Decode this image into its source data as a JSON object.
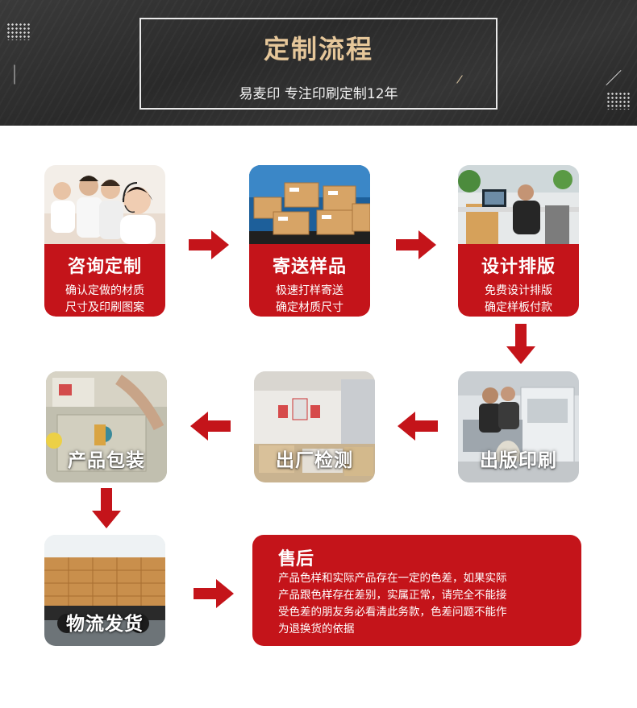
{
  "header": {
    "title": "定制流程",
    "subtitle": "易麦印 专注印刷定制12年"
  },
  "steps": [
    {
      "name": "咨询定制",
      "desc_line1": "确认定做的材质",
      "desc_line2": "尺寸及印刷图案",
      "photo_icon": "customer-service-photo"
    },
    {
      "name": "寄送样品",
      "desc_line1": "极速打样寄送",
      "desc_line2": "确定材质尺寸",
      "photo_icon": "cardboard-boxes-photo"
    },
    {
      "name": "设计排版",
      "desc_line1": "免费设计排版",
      "desc_line2": "确定样板付款",
      "photo_icon": "office-designer-photo"
    },
    {
      "name": "出版印刷",
      "photo_icon": "printing-machine-photo"
    },
    {
      "name": "出厂检测",
      "photo_icon": "factory-inspection-photo"
    },
    {
      "name": "产品包装",
      "photo_icon": "product-packing-photo"
    },
    {
      "name": "物流发货",
      "photo_icon": "delivery-truck-photo"
    }
  ],
  "after_sales": {
    "title": "售后",
    "line1": "产品色样和实际产品存在一定的色差，如果实际",
    "line2": "产品跟色样存在差别，实属正常，请完全不能接",
    "line3": "受色差的朋友务必看清此务款，色差问题不能作",
    "line4": "为退换货的依据"
  },
  "colors": {
    "brand_red": "#c4141a",
    "title_gold": "#e6c79a",
    "header_dark": "#2f2f2f"
  }
}
